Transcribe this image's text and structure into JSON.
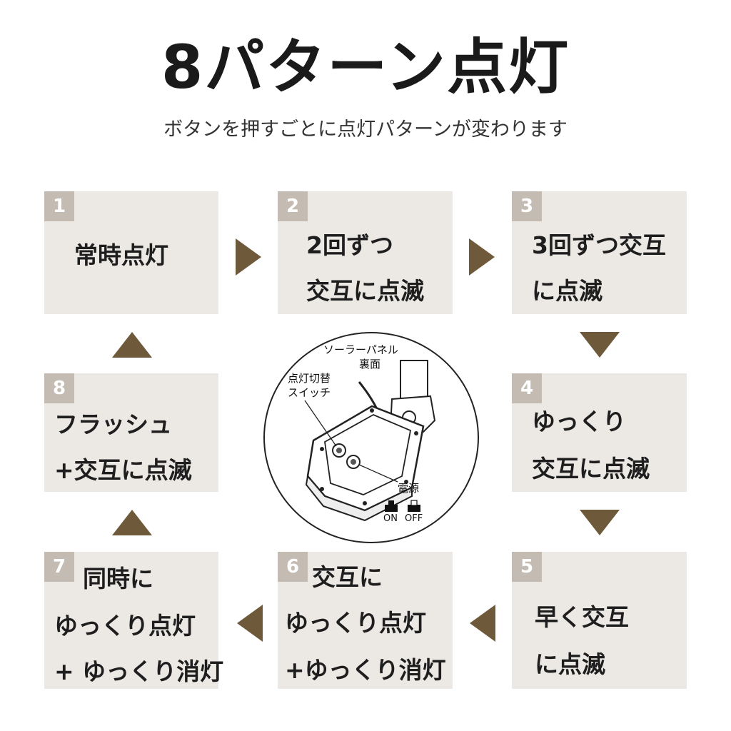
{
  "title": "8パターン点灯",
  "subtitle": "ボタンを押すごとに点灯パターンが変わります",
  "colors": {
    "card_bg": "#ece9e5",
    "badge_bg": "#c4bcb2",
    "arrow": "#6e5a3b"
  },
  "steps": [
    {
      "num": "1",
      "lines": [
        "常時点灯"
      ]
    },
    {
      "num": "2",
      "lines": [
        "2回ずつ",
        "交互に点滅"
      ]
    },
    {
      "num": "3",
      "lines": [
        "3回ずつ交互",
        "に点滅"
      ]
    },
    {
      "num": "4",
      "lines": [
        "ゆっくり",
        "交互に点滅"
      ]
    },
    {
      "num": "5",
      "lines": [
        "早く交互",
        "に点滅"
      ]
    },
    {
      "num": "6",
      "lines": [
        "交互に",
        "ゆっくり点灯",
        "+ゆっくり消灯"
      ]
    },
    {
      "num": "7",
      "lines": [
        "同時に",
        "ゆっくり点灯",
        "+ ゆっくり消灯"
      ]
    },
    {
      "num": "8",
      "lines": [
        "フラッシュ",
        "+交互に点滅"
      ]
    }
  ],
  "diagram": {
    "panel_label_1": "ソーラーパネル",
    "panel_label_2": "裏面",
    "switch_label_1": "点灯切替",
    "switch_label_2": "スイッチ",
    "power_label": "電源",
    "on_label": "ON",
    "off_label": "OFF"
  }
}
